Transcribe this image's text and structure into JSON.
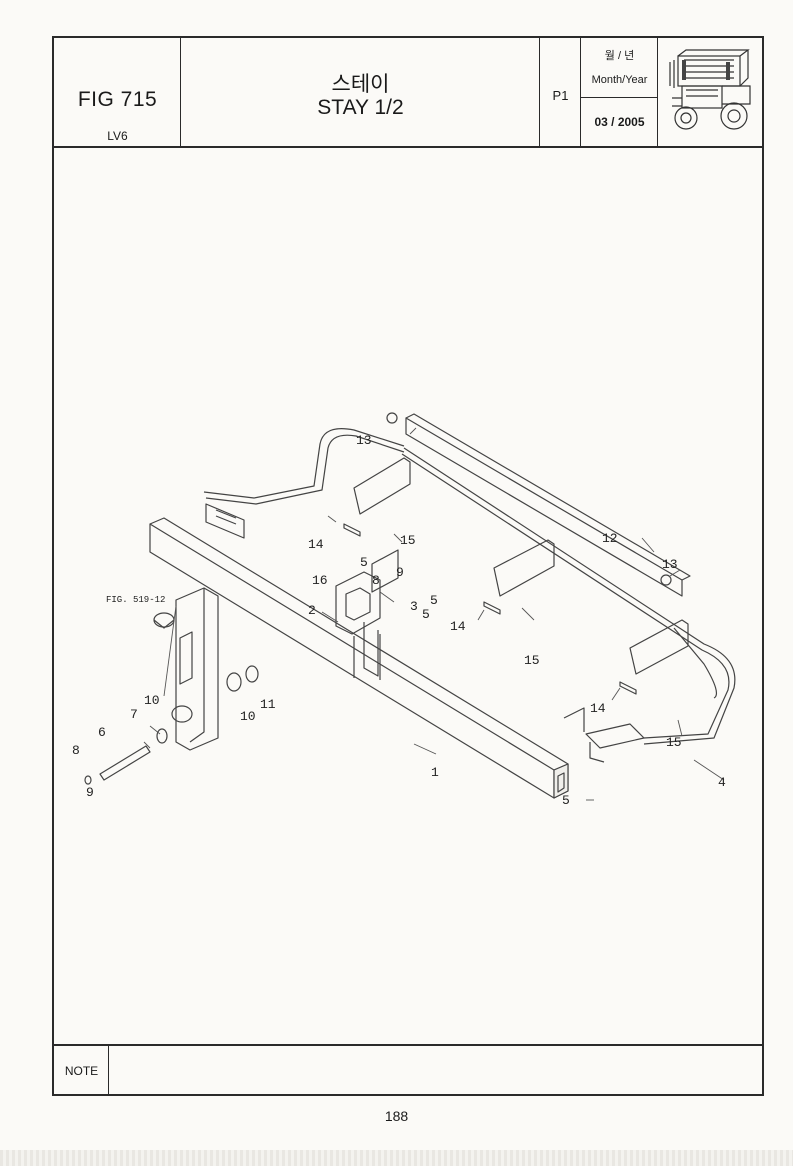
{
  "header": {
    "fig_no": "FIG 715",
    "model": "LV6",
    "title_ko": "스테이",
    "title_en": "STAY 1/2",
    "page_code": "P1",
    "date_label_ko": "월 / 년",
    "date_label_en": "Month/Year",
    "date_value": "03 / 2005"
  },
  "diagram": {
    "fig_ref": "FIG. 519-12",
    "callouts": {
      "c1": "1",
      "c2": "2",
      "c3": "3",
      "c4": "4",
      "c5a": "5",
      "c5b": "5",
      "c5c": "5",
      "c5d": "5",
      "c6": "6",
      "c7": "7",
      "c8a": "8",
      "c8b": "8",
      "c9a": "9",
      "c9b": "9",
      "c10a": "10",
      "c10b": "10",
      "c11": "11",
      "c12": "12",
      "c13a": "13",
      "c13b": "13",
      "c14a": "14",
      "c14b": "14",
      "c14c": "14",
      "c15a": "15",
      "c15b": "15",
      "c15c": "15",
      "c16": "16"
    }
  },
  "note": {
    "label": "NOTE"
  },
  "footer": {
    "page_number": "188"
  }
}
